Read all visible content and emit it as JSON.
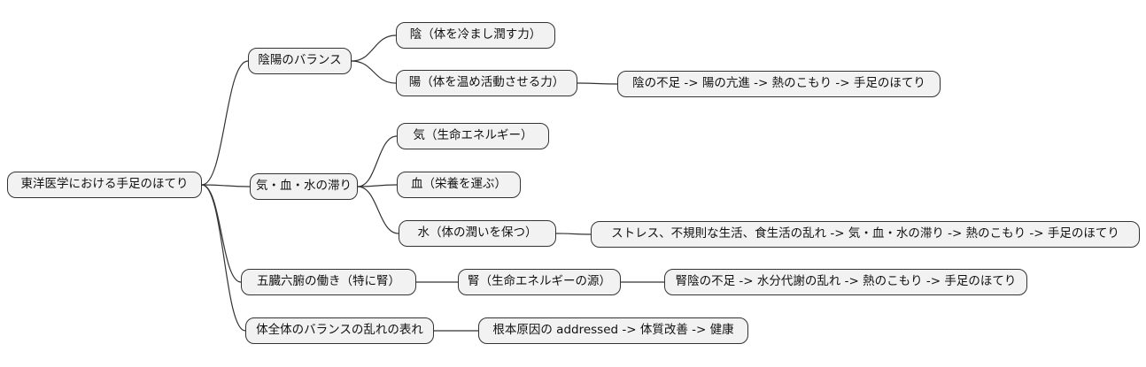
{
  "mindmap": {
    "root": {
      "label": "東洋医学における手足のほてり"
    },
    "branches": [
      {
        "label": "陰陽のバランス",
        "children": [
          {
            "label": "陰（体を冷まし潤す力）"
          },
          {
            "label": "陽（体を温め活動させる力）",
            "children": [
              {
                "label": "陰の不足 -> 陽の亢進 -> 熱のこもり -> 手足のほてり"
              }
            ]
          }
        ]
      },
      {
        "label": "気・血・水の滞り",
        "children": [
          {
            "label": "気（生命エネルギー）"
          },
          {
            "label": "血（栄養を運ぶ）"
          },
          {
            "label": "水（体の潤いを保つ）",
            "children": [
              {
                "label": "ストレス、不規則な生活、食生活の乱れ -> 気・血・水の滞り -> 熱のこもり -> 手足のほてり"
              }
            ]
          }
        ]
      },
      {
        "label": "五臓六腑の働き（特に腎）",
        "children": [
          {
            "label": "腎（生命エネルギーの源）",
            "children": [
              {
                "label": "腎陰の不足 -> 水分代謝の乱れ -> 熱のこもり -> 手足のほてり"
              }
            ]
          }
        ]
      },
      {
        "label": "体全体のバランスの乱れの表れ",
        "children": [
          {
            "label": "根本原因の addressed -> 体質改善 -> 健康"
          }
        ]
      }
    ]
  },
  "style": {
    "node_fill": "#f2f2f2",
    "node_border": "#333333",
    "edge_color": "#333333",
    "background": "#ffffff"
  }
}
